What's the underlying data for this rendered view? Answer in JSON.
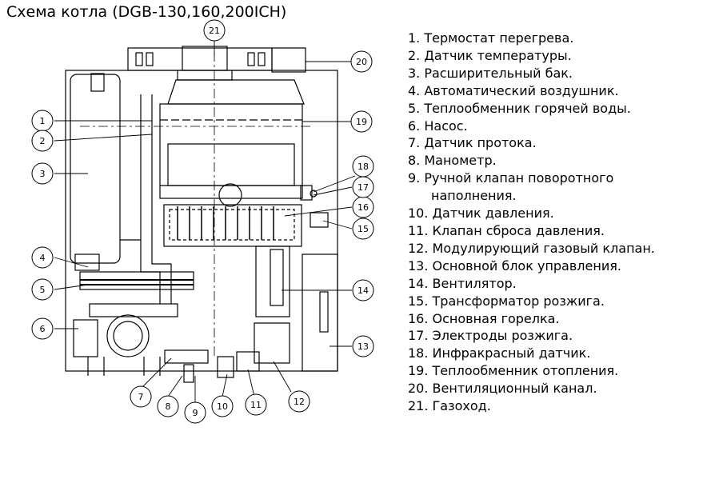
{
  "title": "Схема котла (DGB-130,160,200ICH)",
  "callouts": [
    "1",
    "2",
    "3",
    "4",
    "5",
    "6",
    "7",
    "8",
    "9",
    "10",
    "11",
    "12",
    "13",
    "14",
    "15",
    "16",
    "17",
    "18",
    "19",
    "20",
    "21"
  ],
  "legend": [
    {
      "text": "1. Термостат перегрева."
    },
    {
      "text": "2. Датчик температуры."
    },
    {
      "text": "3. Расширительный бак."
    },
    {
      "text": "4. Автоматический воздушник."
    },
    {
      "text": "5. Теплообменник горячей воды."
    },
    {
      "text": "6. Насос."
    },
    {
      "text": "7. Датчик протока."
    },
    {
      "text": "8. Манометр."
    },
    {
      "text": "9. Ручной клапан поворотного"
    },
    {
      "text": "наполнения.",
      "continuation": true
    },
    {
      "text": "10. Датчик давления."
    },
    {
      "text": "11. Клапан сброса давления."
    },
    {
      "text": "12. Модулирующий газовый клапан."
    },
    {
      "text": "13. Основной блок управления."
    },
    {
      "text": "14. Вентилятор."
    },
    {
      "text": "15. Трансформатор розжига."
    },
    {
      "text": "16. Основная горелка."
    },
    {
      "text": "17. Электроды розжига."
    },
    {
      "text": "18. Инфракрасный датчик."
    },
    {
      "text": "19. Теплообменник отопления."
    },
    {
      "text": "20. Вентиляционный канал."
    },
    {
      "text": "21. Газоход."
    }
  ]
}
